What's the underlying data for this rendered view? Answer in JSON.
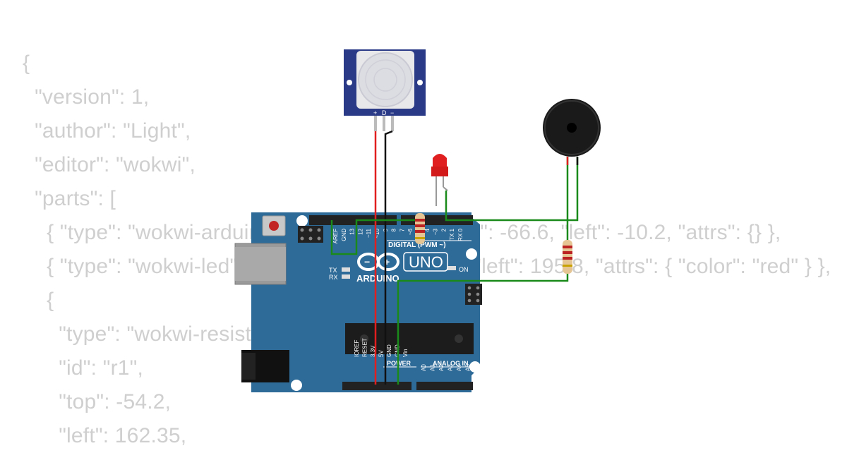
{
  "code_lines": [
    "{",
    "  \"version\": 1,",
    "  \"author\": \"Light\",",
    "  \"editor\": \"wokwi\",",
    "  \"parts\": [",
    "    { \"type\": \"wokwi-arduino-uno\", \"id\": \"uno\", \"top\": -66.6, \"left\": -10.2, \"attrs\": {} },",
    "    { \"type\": \"wokwi-led\", \"id\": \"led1\", \"top\": -138, \"left\": 195.8, \"attrs\": { \"color\": \"red\" } },",
    "    {",
    "      \"type\": \"wokwi-resistor\",",
    "      \"id\": \"r1\",",
    "      \"top\": -54.2,",
    "      \"left\": 162.35,"
  ],
  "board": {
    "brand": "ARDUINO",
    "model": "UNO",
    "digital_label": "DIGITAL (PWM ~)",
    "power_label": "POWER",
    "analog_label": "ANALOG IN",
    "on_label": "ON",
    "tx_label": "TX",
    "rx_label": "RX",
    "top_pins": [
      "AREF",
      "GND",
      "13",
      "12",
      "~11",
      "~10",
      "~9",
      "8",
      "7",
      "~6",
      "~5",
      "4",
      "~3",
      "2",
      "TX 1",
      "RX 0"
    ],
    "power_pins": [
      "IOREF",
      "RESET",
      "3.3V",
      "5V",
      "GND",
      "GND",
      "Vin"
    ],
    "analog_pins": [
      "A0",
      "A1",
      "A2",
      "A3",
      "A4",
      "A5"
    ]
  },
  "pir": {
    "pin_labels": [
      "+",
      "D",
      "−"
    ]
  },
  "colors": {
    "board": "#2f6b98",
    "wire_red": "#e11f1f",
    "wire_black": "#111111",
    "wire_green": "#1a8a1a",
    "pir_board": "#2b3a87",
    "led": "#e02020",
    "buzzer": "#1a1a1a"
  }
}
